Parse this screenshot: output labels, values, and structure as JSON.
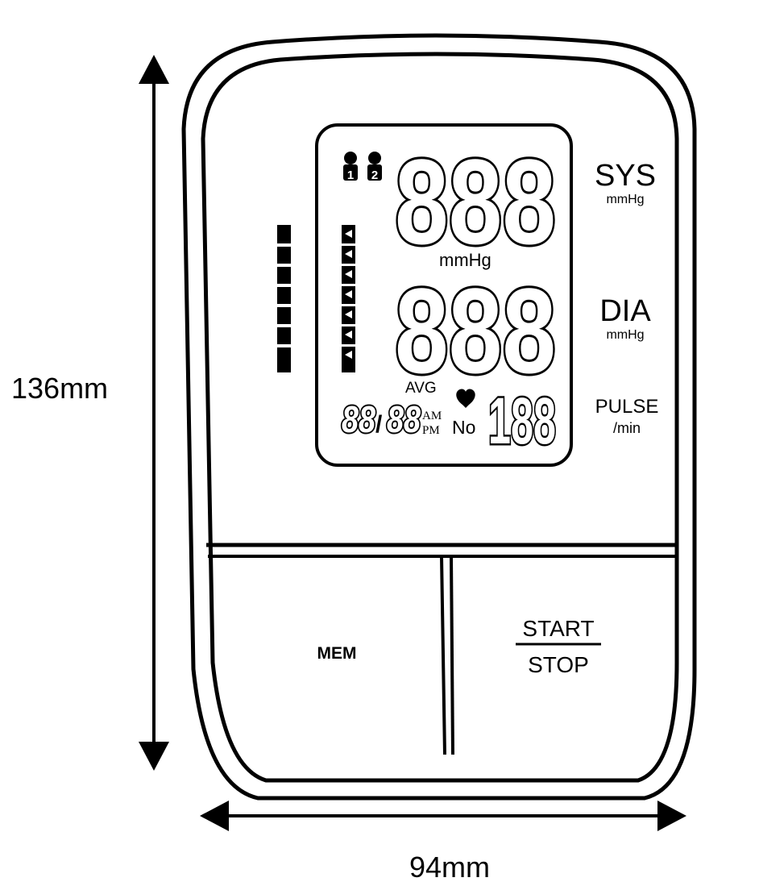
{
  "dimensions": {
    "height_label": "136mm",
    "width_label": "94mm"
  },
  "lcd": {
    "users": [
      "1",
      "2"
    ],
    "sys_digits": "888",
    "dia_digits": "888",
    "mid_unit": "mmHg",
    "avg_label": "AVG",
    "time_hours": "88",
    "time_sep": "/",
    "time_minutes": "88",
    "am_label": "AM",
    "pm_label": "PM",
    "no_label": "No",
    "pulse_digits": "188"
  },
  "side_labels": {
    "sys": "SYS",
    "sys_unit": "mmHg",
    "dia": "DIA",
    "dia_unit": "mmHg",
    "pulse": "PULSE",
    "pulse_unit": "/min"
  },
  "buttons": {
    "mem": "MEM",
    "start": "START",
    "stop": "STOP"
  },
  "icons": [
    "user-1-icon",
    "user-2-icon",
    "heart-icon",
    "arrow-head-icon"
  ],
  "colors": {
    "line": "#000000",
    "background": "#ffffff"
  }
}
